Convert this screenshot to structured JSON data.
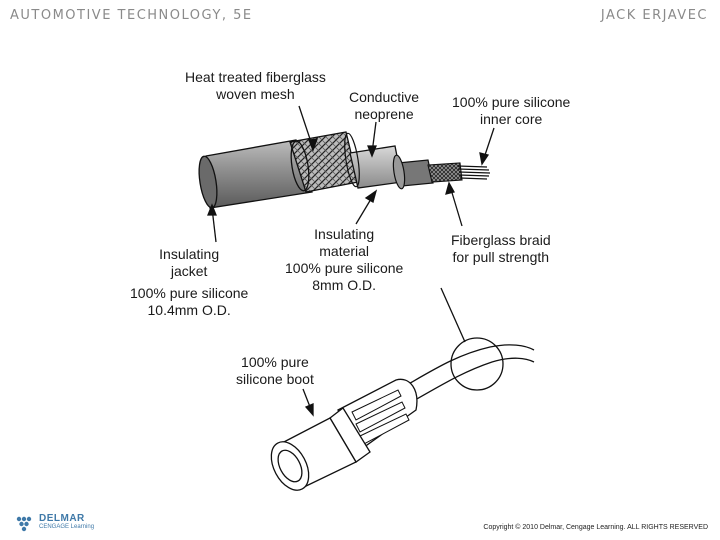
{
  "header": {
    "left": "AUTOMOTIVE TECHNOLOGY, 5E",
    "right": "JACK ERJAVEC"
  },
  "labels": {
    "fiberglass_mesh": [
      "Heat treated fiberglass",
      "woven mesh"
    ],
    "conductive": [
      "Conductive",
      "neoprene"
    ],
    "inner_core": [
      "100% pure silicone",
      "inner core"
    ],
    "jacket": [
      "Insulating",
      "jacket",
      "100% pure silicone",
      "10.4mm O.D."
    ],
    "insulating_material": [
      "Insulating",
      "material",
      "100% pure silicone",
      "8mm O.D."
    ],
    "braid": [
      "Fiberglass braid",
      "for pull strength"
    ],
    "boot": [
      "100% pure",
      "silicone boot"
    ]
  },
  "footer": {
    "logo_name": "DELMAR",
    "logo_sub": "CENGAGE Learning",
    "copyright": "Copyright © 2010 Delmar, Cengage Learning. ALL RIGHTS RESERVED"
  },
  "colors": {
    "header_text": "#8a8a8a",
    "logo": "#3f79a8"
  }
}
